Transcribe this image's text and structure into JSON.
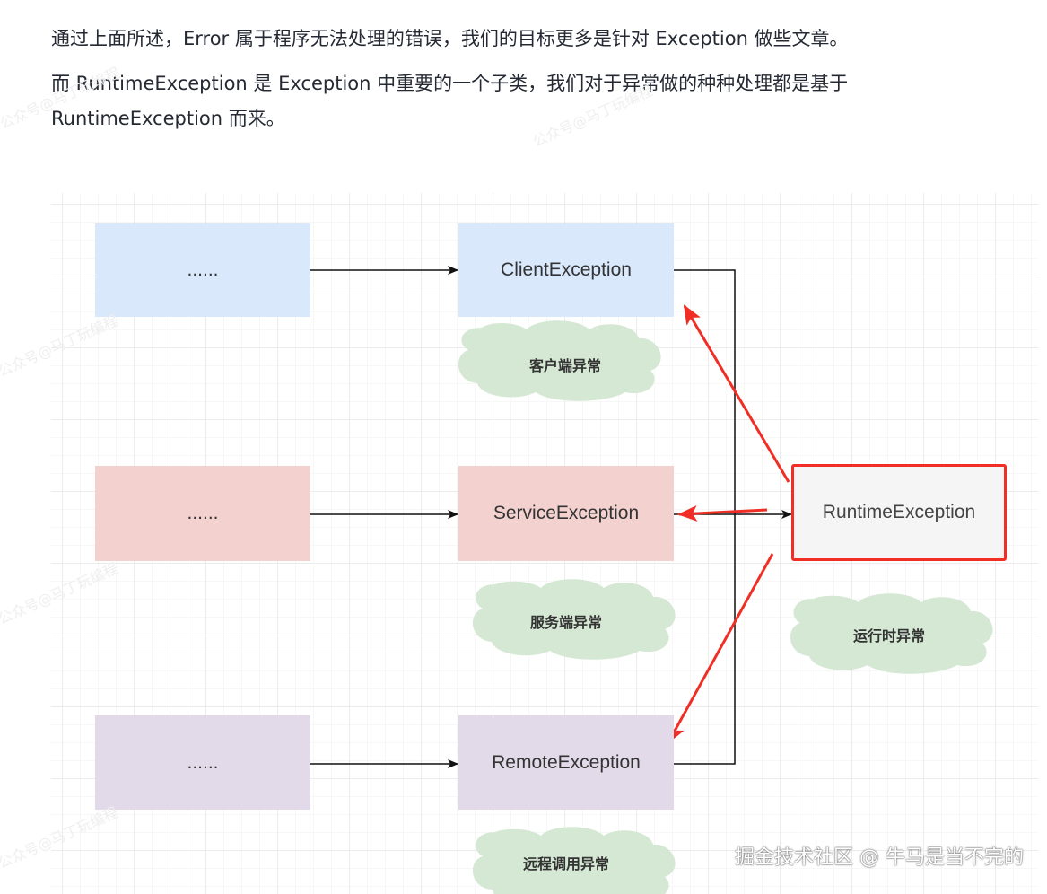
{
  "article": {
    "paragraph1": "通过上面所述，Error 属于程序无法处理的错误，我们的目标更多是针对 Exception 做些文章。",
    "paragraph2_line1": "而 RuntimeException 是 Exception 中重要的一个子类，我们对于异常做的种种处理都是基于",
    "paragraph2_line2": "RuntimeException 而来。"
  },
  "diagram": {
    "placeholder_1": "......",
    "placeholder_2": "......",
    "placeholder_3": "......",
    "client_exception": "ClientException",
    "service_exception": "ServiceException",
    "remote_exception": "RemoteException",
    "runtime_exception": "RuntimeException",
    "client_note": "客户端异常",
    "service_note": "服务端异常",
    "remote_note": "远程调用异常",
    "runtime_note": "运行时异常"
  },
  "watermarks": {
    "source_mark": "公众号@马丁玩编程",
    "site_mark": "掘金技术社区 @ 牛马是当不完的"
  },
  "colors": {
    "client_fill": "#dae8fc",
    "service_fill": "#f3d1cf",
    "remote_fill": "#e2d9e9",
    "runtime_fill": "#f5f5f5",
    "highlight_red": "#f12e26",
    "cloud_fill": "#d5e8d4"
  }
}
